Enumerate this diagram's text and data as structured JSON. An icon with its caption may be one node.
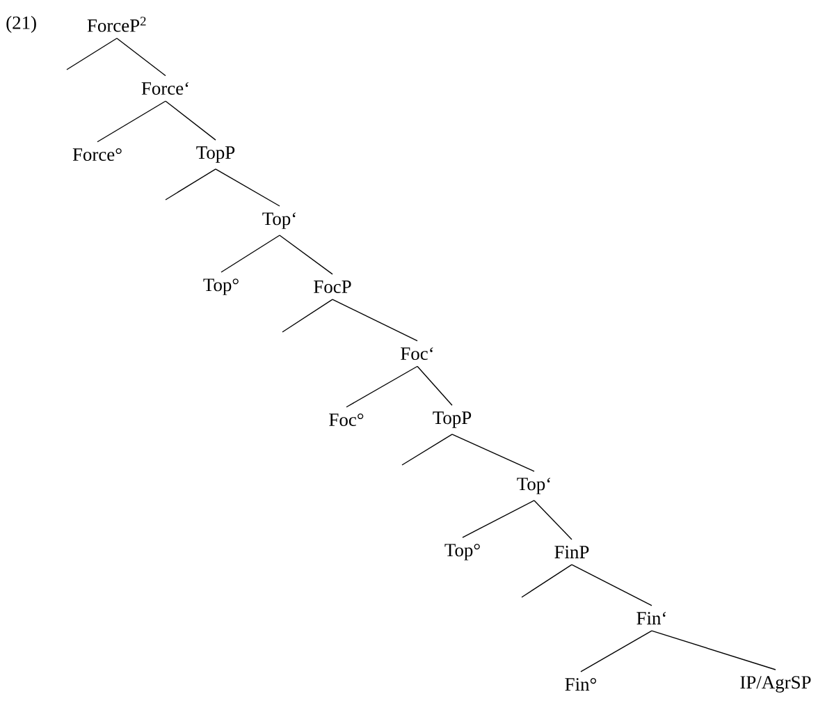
{
  "diagram": {
    "nodes": [
      {
        "text": [
          "ForceP$^{2}$"
        ]
      },
      {
        "text": [
          "Force‘"
        ]
      },
      {
        "text": [
          "Force°"
        ]
      },
      {
        "text": [
          "TopP"
        ]
      },
      {
        "text": [
          "Top‘"
        ]
      },
      {
        "text": [
          "Top°"
        ]
      },
      {
        "text": [
          "FocP"
        ]
      },
      {
        "text": [
          "Foc‘"
        ]
      },
      {
        "text": [
          "Foc°"
        ]
      },
      {
        "text": [
          "TopP"
        ]
      },
      {
        "text": [
          "Top‘"
        ]
      },
      {
        "text": [
          "Top°"
        ]
      },
      {
        "text": [
          "FinP"
        ]
      },
      {
        "text": [
          "Fin‘"
        ]
      },
      {
        "text": [
          "Fin°"
        ]
      },
      {
        "text": [
          "IP/AgrSP"
        ]
      }
    ],
    "edges": [
      {
        "from": 0,
        "to": null,
        "arrow": "none"
      },
      {
        "from": 0,
        "to": 1,
        "arrow": "none"
      },
      {
        "from": 1,
        "to": 2,
        "arrow": "none"
      },
      {
        "from": 1,
        "to": 3,
        "arrow": "none"
      },
      {
        "from": 3,
        "to": null,
        "arrow": "none"
      },
      {
        "from": 3,
        "to": 4,
        "arrow": "none"
      },
      {
        "from": 4,
        "to": 5,
        "arrow": "none"
      },
      {
        "from": 4,
        "to": 6,
        "arrow": "none"
      },
      {
        "from": 6,
        "to": null,
        "arrow": "none"
      },
      {
        "from": 6,
        "to": 7,
        "arrow": "none"
      },
      {
        "from": 7,
        "to": 8,
        "arrow": "none"
      },
      {
        "from": 7,
        "to": 9,
        "arrow": "none"
      },
      {
        "from": 9,
        "to": null,
        "arrow": "none"
      },
      {
        "from": 9,
        "to": 10,
        "arrow": "none"
      },
      {
        "from": 10,
        "to": 11,
        "arrow": "none"
      },
      {
        "from": 10,
        "to": 12,
        "arrow": "none"
      },
      {
        "from": 12,
        "to": null,
        "arrow": "none"
      },
      {
        "from": 12,
        "to": 13,
        "arrow": "none"
      },
      {
        "from": 13,
        "to": 14,
        "arrow": "none"
      },
      {
        "from": 13,
        "to": 15,
        "arrow": "none"
      }
    ],
    "labels": [
      "(21)"
    ]
  }
}
